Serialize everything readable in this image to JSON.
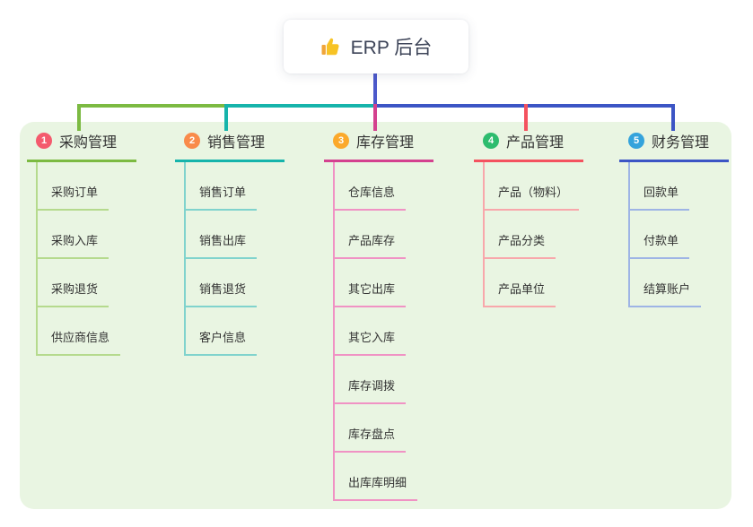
{
  "root": {
    "label": "ERP 后台",
    "icon": "thumbs-up-icon",
    "connector_color": "#4c59cb"
  },
  "panel": {
    "background": "#e9f5e2"
  },
  "branches": [
    {
      "number": "1",
      "title": "采购管理",
      "color": "#7cba42",
      "light_color": "#b5da8d",
      "badge_color": "#f45a6d",
      "children": [
        "采购订单",
        "采购入库",
        "采购退货",
        "供应商信息"
      ]
    },
    {
      "number": "2",
      "title": "销售管理",
      "color": "#16b4ab",
      "light_color": "#80d3cd",
      "badge_color": "#f98b4b",
      "children": [
        "销售订单",
        "销售出库",
        "销售退货",
        "客户信息"
      ]
    },
    {
      "number": "3",
      "title": "库存管理",
      "color": "#d4418f",
      "light_color": "#f092c4",
      "badge_color": "#fba92b",
      "children": [
        "仓库信息",
        "产品库存",
        "其它出库",
        "其它入库",
        "库存调拨",
        "库存盘点",
        "出库库明细"
      ]
    },
    {
      "number": "4",
      "title": "产品管理",
      "color": "#f4525f",
      "light_color": "#f8a7ab",
      "badge_color": "#2dbc6e",
      "children": [
        "产品（物料）",
        "产品分类",
        "产品单位"
      ]
    },
    {
      "number": "5",
      "title": "财务管理",
      "color": "#3c55c5",
      "light_color": "#9eb4e5",
      "badge_color": "#34a3dc",
      "children": [
        "回款单",
        "付款单",
        "结算账户"
      ]
    }
  ]
}
